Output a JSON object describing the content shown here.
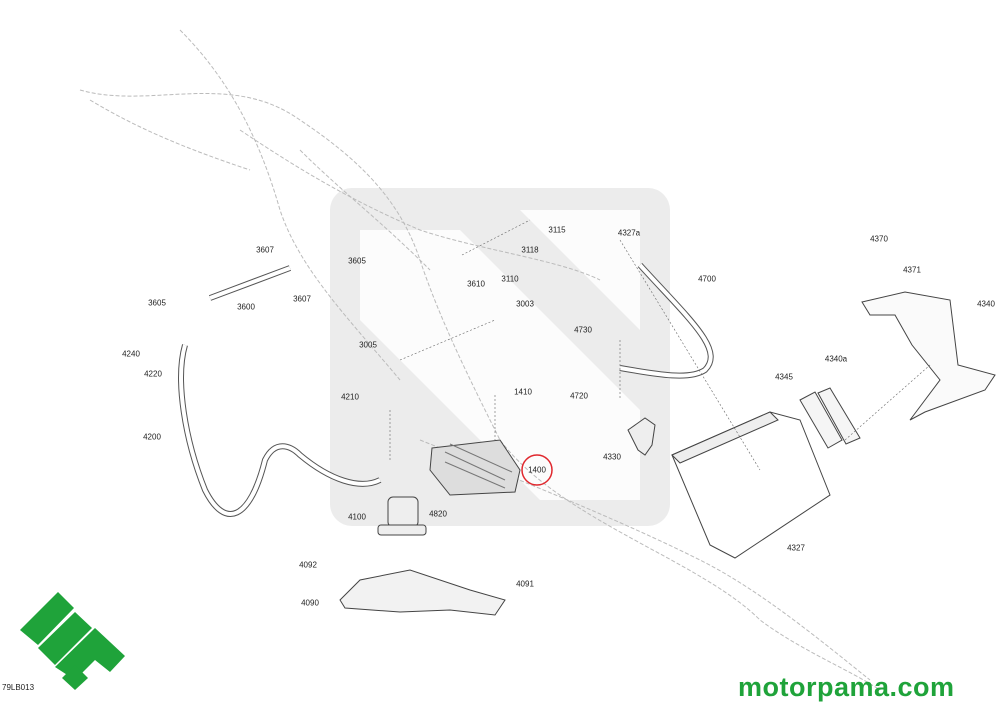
{
  "diagram": {
    "part_numbers": [
      "3115",
      "3118",
      "3110",
      "3610",
      "3607",
      "3605",
      "3607",
      "3605",
      "3600",
      "3003",
      "3005",
      "4240",
      "4220",
      "4200",
      "4210",
      "1410",
      "1400",
      "4100",
      "4820",
      "4092",
      "4090",
      "4091",
      "4327a",
      "4700",
      "4730",
      "4720",
      "4330",
      "4345",
      "4327",
      "4370",
      "4371",
      "4340",
      "4340a"
    ],
    "highlighted_part": "1400",
    "highlight_color": "#e0282e",
    "drawing_code": "79LB013"
  },
  "branding": {
    "site": "motorpama.com",
    "logo_text": "mp",
    "brand_color": "#1fa33a"
  }
}
